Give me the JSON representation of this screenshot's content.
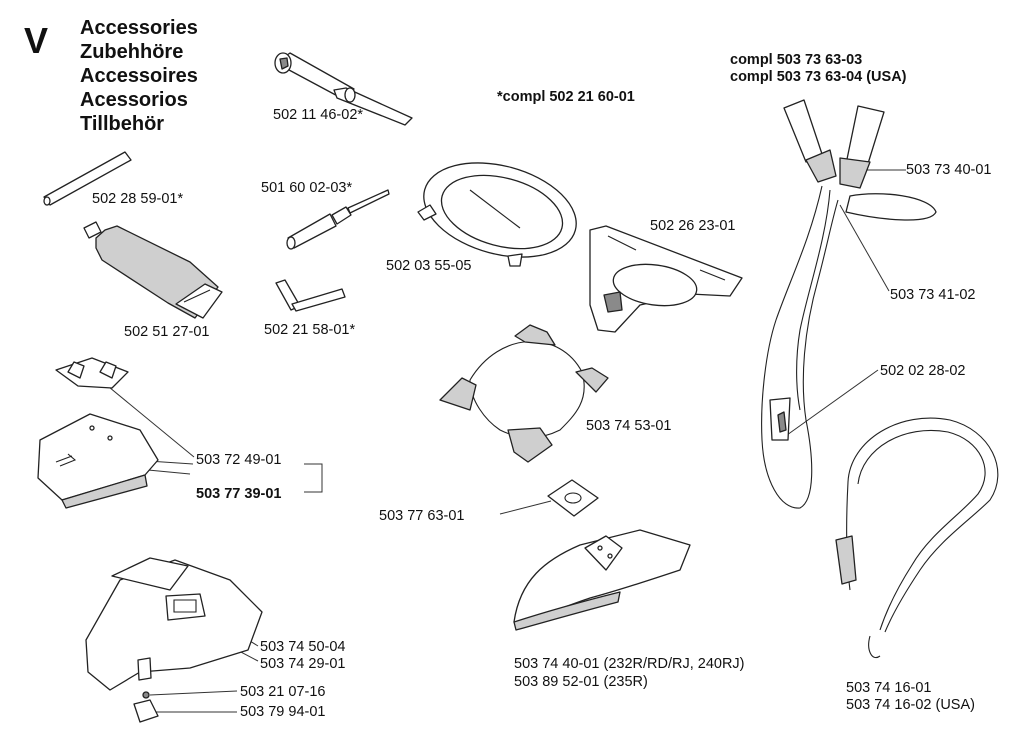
{
  "section": {
    "letter": "V",
    "titles": [
      "Accessories",
      "Zubehhöre",
      "Accessoires",
      "Acessorios",
      "Tillbehör"
    ]
  },
  "notes": {
    "compl_kit": "*compl 502 21 60-01",
    "harness_compl_1": "compl 503 73 63-03",
    "harness_compl_2": "compl 503 73 63-04 (USA)"
  },
  "parts": {
    "socket_wrench": "502 11 46-02*",
    "rod": "502 28 59-01*",
    "screwdriver": "501 60 02-03*",
    "grease_tube": "502 51 27-01",
    "hex_key": "502 21 58-01*",
    "trimmer_head": "502 03 55-05",
    "support_plate": "502 26 23-01",
    "harness_buckle": "503 73 40-01",
    "harness_strap": "503 73 41-02",
    "harness_hook": "502 02 28-02",
    "shoulder_frame": "503 74 53-01",
    "guard_bracket": "503 72 49-01",
    "guard_kit": "503 77 39-01",
    "square_plate": "503 77 63-01",
    "guard_large_1": "503 74 50-04",
    "guard_large_2": "503 74 29-01",
    "screw": "503 21 07-16",
    "clip": "503 79 94-01",
    "blade_guard_1": "503 74 40-01 (232R/RD/RJ, 240RJ)",
    "blade_guard_2": "503 89 52-01 (235R)",
    "strap_1": "503 74 16-01",
    "strap_2": "503 74 16-02 (USA)"
  }
}
